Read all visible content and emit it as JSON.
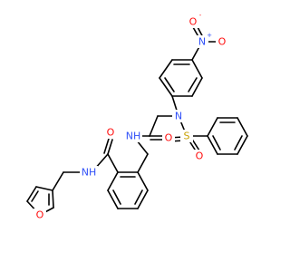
{
  "molecule": {
    "atoms": [
      {
        "id": "nitro_o_top",
        "text": "O",
        "charge": "-",
        "color": "#ff0d0d"
      },
      {
        "id": "nitro_n",
        "text": "N",
        "charge": "+",
        "color": "#3050f8"
      },
      {
        "id": "nitro_o_right",
        "text": "O",
        "charge": "",
        "color": "#ff0d0d"
      },
      {
        "id": "sulfonamide_n",
        "text": "N",
        "charge": "",
        "color": "#3050f8"
      },
      {
        "id": "sulfur",
        "text": "S",
        "charge": "",
        "color": "#c8a000"
      },
      {
        "id": "sulfonyl_o_left",
        "text": "O",
        "charge": "",
        "color": "#ff0d0d"
      },
      {
        "id": "sulfonyl_o_right",
        "text": "O",
        "charge": "",
        "color": "#ff0d0d"
      },
      {
        "id": "glycine_o",
        "text": "O",
        "charge": "",
        "color": "#ff0d0d"
      },
      {
        "id": "anilide_nh",
        "text": "NH",
        "charge": "",
        "color": "#3050f8"
      },
      {
        "id": "benzamide_o",
        "text": "O",
        "charge": "",
        "color": "#ff0d0d"
      },
      {
        "id": "benzamide_nh",
        "text": "NH",
        "charge": "",
        "color": "#3050f8"
      },
      {
        "id": "furan_o",
        "text": "O",
        "charge": "",
        "color": "#ff0d0d"
      }
    ]
  }
}
